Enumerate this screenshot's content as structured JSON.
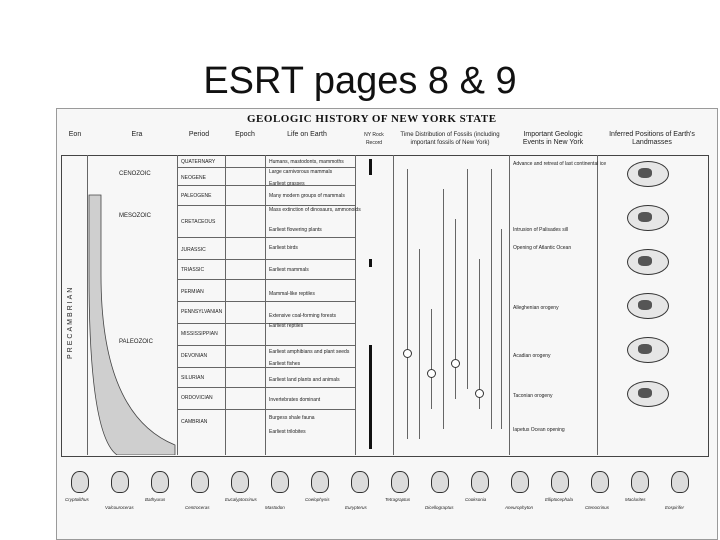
{
  "slide": {
    "title": "ESRT pages 8 & 9"
  },
  "chart": {
    "title": "GEOLOGIC HISTORY OF NEW YORK STATE",
    "columns": {
      "eon": "Eon",
      "era": "Era",
      "period": "Period",
      "epoch": "Epoch",
      "life": "Life on Earth",
      "ny_rock": "NY Rock Record",
      "fossils": "Time Distribution of Fossils (including important fossils of New York)",
      "events": "Important Geologic Events in New York",
      "landmasses": "Inferred Positions of Earth's Landmasses"
    },
    "eras": [
      "CENOZOIC",
      "MESOZOIC",
      "PALEOZOIC"
    ],
    "periods": [
      "QUATERNARY",
      "NEOGENE",
      "PALEOGENE",
      "CRETACEOUS",
      "JURASSIC",
      "TRIASSIC",
      "PERMIAN",
      "PENNSYLVANIAN",
      "MISSISSIPPIAN",
      "DEVONIAN",
      "SILURIAN",
      "ORDOVICIAN",
      "CAMBRIAN"
    ],
    "eon_vertical": "PRECAMBRIAN",
    "life": [
      "Humans, mastodonts, mammoths",
      "Large carnivorous mammals",
      "Earliest grasses",
      "Many modern groups of mammals",
      "Mass extinction of dinosaurs, ammonoids",
      "Earliest flowering plants",
      "Earliest birds",
      "Earliest mammals",
      "Mammal-like reptiles",
      "Extensive coal-forming forests",
      "Earliest reptiles",
      "Earliest amphibians and plant seeds",
      "Earliest fishes",
      "Earliest land plants and animals",
      "Invertebrates dominant",
      "Burgess shale fauna",
      "Earliest trilobites"
    ],
    "events": [
      "Advance and retreat of last continental ice",
      "Intrusion of Palisades sill",
      "Opening of Atlantic Ocean",
      "Alleghenian orogeny",
      "Acadian orogeny",
      "Taconian orogeny",
      "Iapetus Ocean opening"
    ],
    "fossils": [
      "Cryptolithus",
      "Valcouroceras",
      "Bathyurus",
      "Centroceras",
      "Eucalyptocrinus",
      "Mastodon",
      "Coelophysis",
      "Eurypterus",
      "Tetragraptus",
      "Dicellograptus",
      "Cooksonia",
      "Aneurophyton",
      "Elliptocephala",
      "Ctenocrinus",
      "Maclurites",
      "Eospirifer"
    ]
  }
}
